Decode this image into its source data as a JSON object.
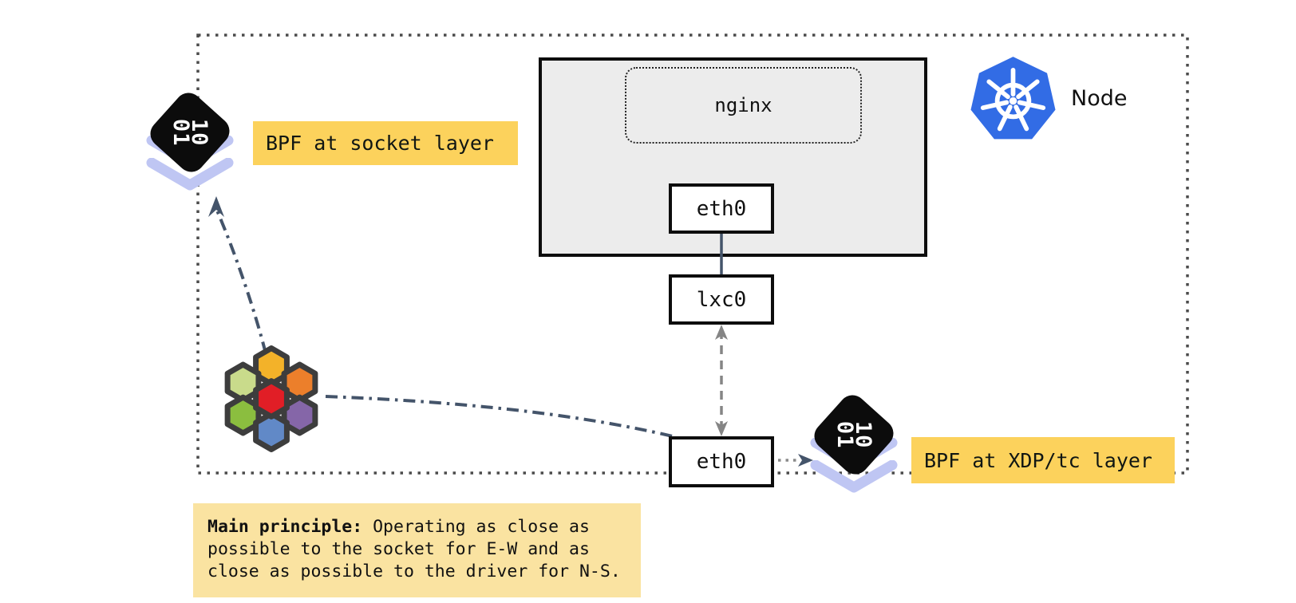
{
  "diagram": {
    "node_label": "Node",
    "pod": {
      "app": "nginx",
      "interface": "eth0"
    },
    "host": {
      "veth": "lxc0",
      "interface": "eth0"
    },
    "annotations": {
      "socket_layer": "BPF at socket layer",
      "xdp_layer": "BPF at XDP/tc layer"
    },
    "bpf_chip": {
      "row1": "10",
      "row2": "01"
    },
    "note": {
      "bold": "Main principle:",
      "line1_rest": " Operating as close as",
      "line2": "possible to the socket for E-W and as",
      "line3": "close as possible to the driver for N-S."
    },
    "colors": {
      "highlight_yellow": "#FCD25C",
      "note_yellow": "#FAE3A1",
      "kubernetes_blue": "#326CE5",
      "pod_gray": "#ECECEC",
      "connector_slate": "#44546A",
      "connector_gray": "#858585",
      "chevron_lavender": "#BFC6F3",
      "hex_yellow": "#F3B229",
      "hex_light_green": "#C9DB8B",
      "hex_orange": "#EC7F2B",
      "hex_red": "#E11E26",
      "hex_green": "#8BBE3F",
      "hex_purple": "#8566A8",
      "hex_blue": "#6189C7"
    }
  }
}
